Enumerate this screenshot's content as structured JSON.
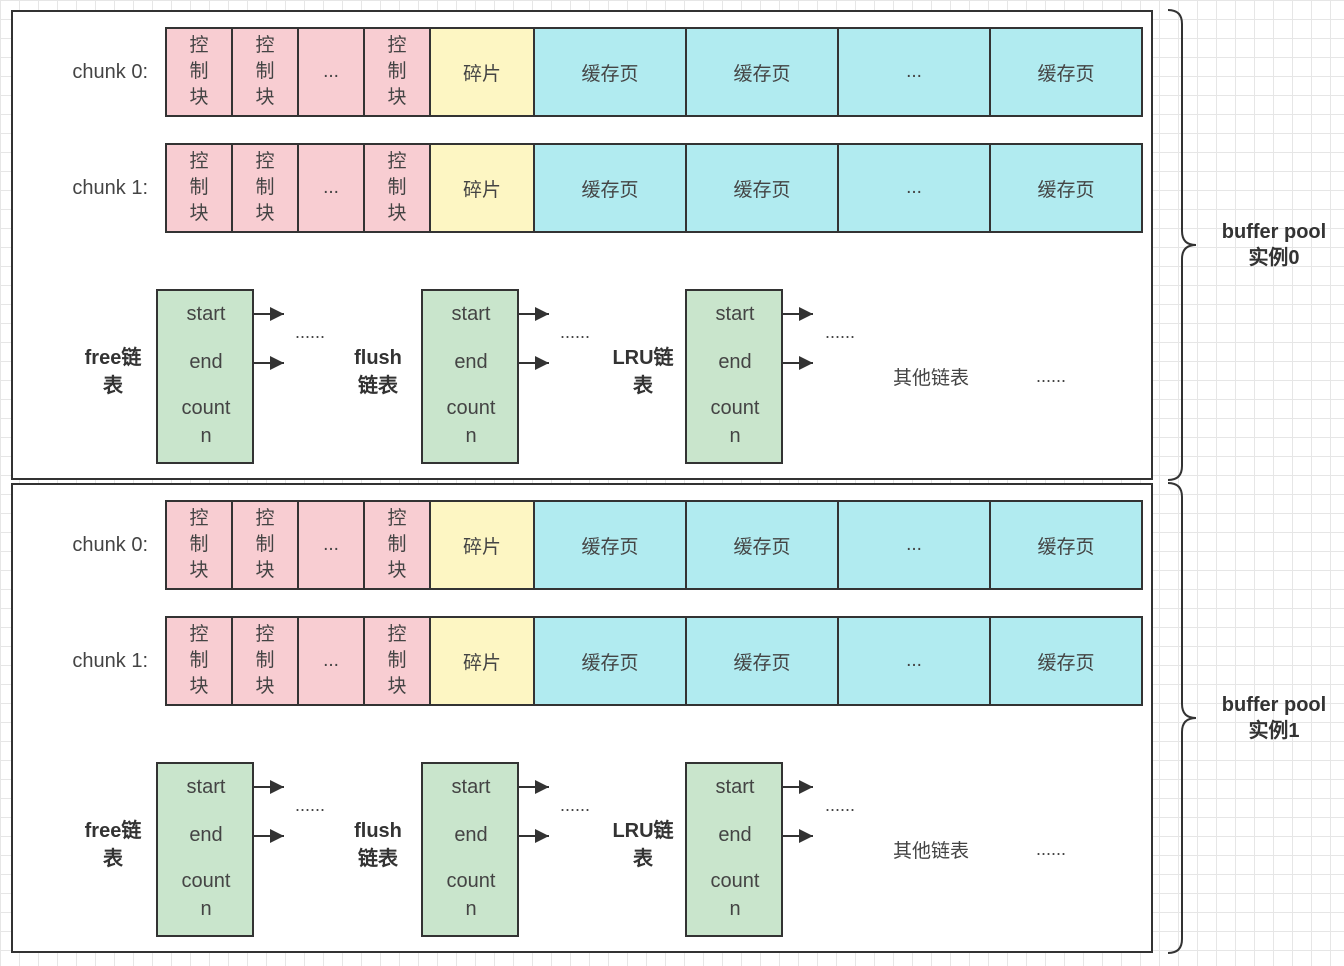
{
  "instances": [
    {
      "label_line1": "buffer pool",
      "label_line2": "实例0",
      "chunks": [
        {
          "label": "chunk 0:",
          "cells": [
            "控\n制\n块",
            "控\n制\n块",
            "...",
            "控\n制\n块",
            "碎片",
            "缓存页",
            "缓存页",
            "...",
            "缓存页"
          ]
        },
        {
          "label": "chunk 1:",
          "cells": [
            "控\n制\n块",
            "控\n制\n块",
            "...",
            "控\n制\n块",
            "碎片",
            "缓存页",
            "缓存页",
            "...",
            "缓存页"
          ]
        }
      ],
      "lists": [
        {
          "name_line1": "free链",
          "name_line2": "表",
          "fields": [
            "start",
            "end",
            "count",
            "n"
          ],
          "dots": "......"
        },
        {
          "name_line1": "flush",
          "name_line2": "链表",
          "fields": [
            "start",
            "end",
            "count",
            "n"
          ],
          "dots": "......"
        },
        {
          "name_line1": "LRU链",
          "name_line2": "表",
          "fields": [
            "start",
            "end",
            "count",
            "n"
          ],
          "dots": "......"
        }
      ],
      "other_lists": "其他链表",
      "trailing_dots": "......"
    },
    {
      "label_line1": "buffer pool",
      "label_line2": "实例1",
      "chunks": [
        {
          "label": "chunk 0:",
          "cells": [
            "控\n制\n块",
            "控\n制\n块",
            "...",
            "控\n制\n块",
            "碎片",
            "缓存页",
            "缓存页",
            "...",
            "缓存页"
          ]
        },
        {
          "label": "chunk 1:",
          "cells": [
            "控\n制\n块",
            "控\n制\n块",
            "...",
            "控\n制\n块",
            "碎片",
            "缓存页",
            "缓存页",
            "...",
            "缓存页"
          ]
        }
      ],
      "lists": [
        {
          "name_line1": "free链",
          "name_line2": "表",
          "fields": [
            "start",
            "end",
            "count",
            "n"
          ],
          "dots": "......"
        },
        {
          "name_line1": "flush",
          "name_line2": "链表",
          "fields": [
            "start",
            "end",
            "count",
            "n"
          ],
          "dots": "......"
        },
        {
          "name_line1": "LRU链",
          "name_line2": "表",
          "fields": [
            "start",
            "end",
            "count",
            "n"
          ],
          "dots": "......"
        }
      ],
      "other_lists": "其他链表",
      "trailing_dots": "......"
    }
  ],
  "colors": {
    "control_block": "#f8cdd2",
    "fragment": "#fdf6c3",
    "cache_page": "#b1ebf0",
    "list_box": "#c9e5cc"
  }
}
